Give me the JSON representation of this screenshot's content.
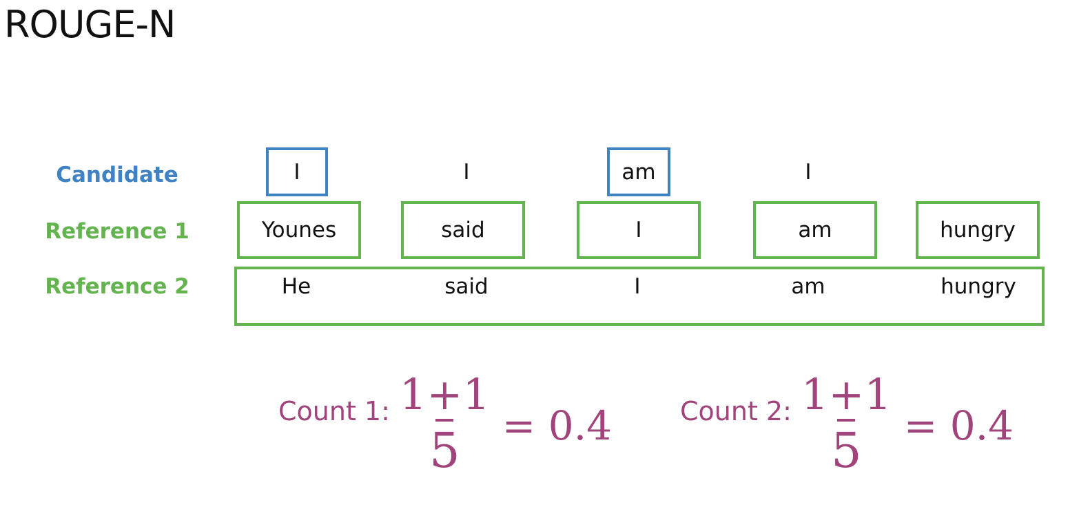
{
  "title": "ROUGE-N",
  "rows": {
    "candidate": {
      "label": "Candidate",
      "words": [
        "I",
        "I",
        "am",
        "I"
      ]
    },
    "reference1": {
      "label": "Reference 1",
      "words": [
        "Younes",
        "said",
        "I",
        "am",
        "hungry"
      ]
    },
    "reference2": {
      "label": "Reference 2",
      "words": [
        "He",
        "said",
        "I",
        "am",
        "hungry"
      ]
    }
  },
  "counts": [
    {
      "label": "Count 1:",
      "numerator": "1+1",
      "denominator": "5",
      "result": "= 0.4"
    },
    {
      "label": "Count 2:",
      "numerator": "1+1",
      "denominator": "5",
      "result": "= 0.4"
    }
  ],
  "colors": {
    "candidate": "#3f83c4",
    "reference": "#63b34e",
    "formula": "#a0447b"
  }
}
